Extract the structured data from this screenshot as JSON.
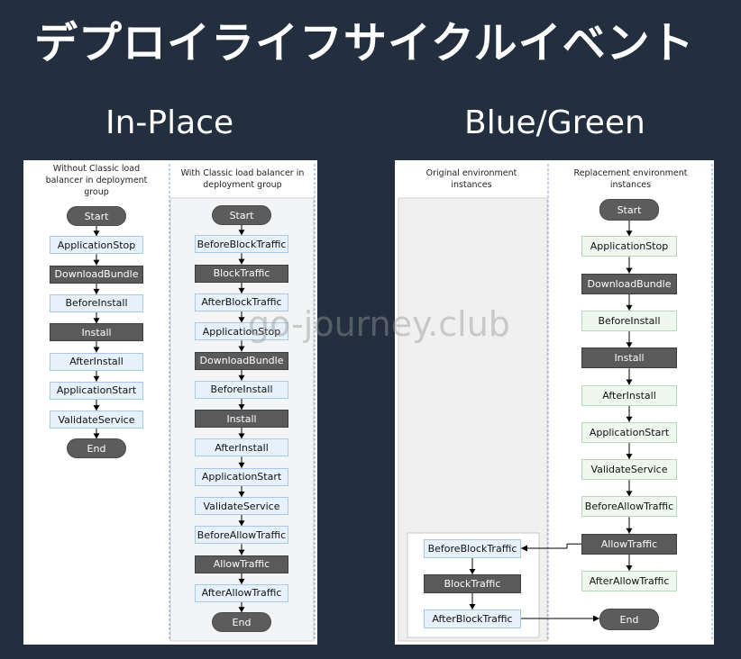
{
  "title": "デプロイライフサイクルイベント",
  "in_place": {
    "heading": "In-Place",
    "without_lb": {
      "header": [
        "Without Classic load",
        "balancer in deployment",
        "group"
      ],
      "start": "Start",
      "end": "End",
      "steps": [
        {
          "label": "ApplicationStop",
          "style": "light"
        },
        {
          "label": "DownloadBundle",
          "style": "dark"
        },
        {
          "label": "BeforeInstall",
          "style": "light"
        },
        {
          "label": "Install",
          "style": "dark"
        },
        {
          "label": "AfterInstall",
          "style": "light"
        },
        {
          "label": "ApplicationStart",
          "style": "light"
        },
        {
          "label": "ValidateService",
          "style": "light"
        }
      ]
    },
    "with_lb": {
      "header": [
        "With Classic load balancer in",
        "deployment group"
      ],
      "start": "Start",
      "end": "End",
      "steps": [
        {
          "label": "BeforeBlockTraffic",
          "style": "light"
        },
        {
          "label": "BlockTraffic",
          "style": "dark"
        },
        {
          "label": "AfterBlockTraffic",
          "style": "light"
        },
        {
          "label": "ApplicationStop",
          "style": "light"
        },
        {
          "label": "DownloadBundle",
          "style": "dark"
        },
        {
          "label": "BeforeInstall",
          "style": "light"
        },
        {
          "label": "Install",
          "style": "dark"
        },
        {
          "label": "AfterInstall",
          "style": "light"
        },
        {
          "label": "ApplicationStart",
          "style": "light"
        },
        {
          "label": "ValidateService",
          "style": "light"
        },
        {
          "label": "BeforeAllowTraffic",
          "style": "light"
        },
        {
          "label": "AllowTraffic",
          "style": "dark"
        },
        {
          "label": "AfterAllowTraffic",
          "style": "light"
        }
      ]
    }
  },
  "blue_green": {
    "heading": "Blue/Green",
    "original": {
      "header": [
        "Original environment",
        "instances"
      ],
      "steps": [
        {
          "label": "BeforeBlockTraffic",
          "style": "light"
        },
        {
          "label": "BlockTraffic",
          "style": "dark"
        },
        {
          "label": "AfterBlockTraffic",
          "style": "light"
        }
      ]
    },
    "replacement": {
      "header": [
        "Replacement environment",
        "instances"
      ],
      "start": "Start",
      "end": "End",
      "steps": [
        {
          "label": "ApplicationStop",
          "style": "lightg"
        },
        {
          "label": "DownloadBundle",
          "style": "dark"
        },
        {
          "label": "BeforeInstall",
          "style": "lightg"
        },
        {
          "label": "Install",
          "style": "dark"
        },
        {
          "label": "AfterInstall",
          "style": "lightg"
        },
        {
          "label": "ApplicationStart",
          "style": "lightg"
        },
        {
          "label": "ValidateService",
          "style": "lightg"
        },
        {
          "label": "BeforeAllowTraffic",
          "style": "lightg"
        },
        {
          "label": "AllowTraffic",
          "style": "dark"
        },
        {
          "label": "AfterAllowTraffic",
          "style": "lightg"
        }
      ]
    }
  },
  "watermark": "go-journey.club",
  "colors": {
    "background": "#232f3e",
    "dark_box": "#5a5a5a",
    "light_box": "#e6f1fb"
  }
}
